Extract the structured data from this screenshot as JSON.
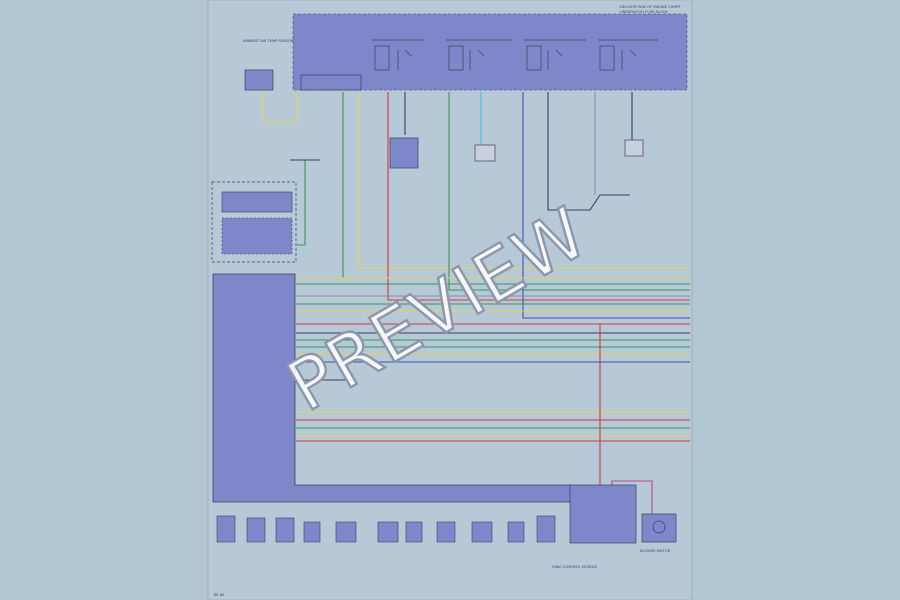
{
  "watermark": "PREVIEW",
  "labels": {
    "fuse_box_title": "DELIVERY BOX OF ENGINE COMPT",
    "fuse_box_sub": "UNDERHOOD FUSE BLOCK",
    "sensor_left": "AMBIENT AIR TEMP SENSOR",
    "motor_right": "BLOWER MOTOR",
    "module_bottom": "HVAC CONTROL MODULE",
    "page_num": "8E-85"
  },
  "colors": {
    "background": "#b3c6d3",
    "paper": "#b7c9d6",
    "blue_block": "#7e87c9",
    "wire_yellow": "#e0d84a",
    "wire_green": "#2f9a55",
    "wire_red": "#d23a3a",
    "wire_blue": "#3d4fb8",
    "wire_cyan": "#47b7d8",
    "wire_magenta": "#b9439d"
  }
}
